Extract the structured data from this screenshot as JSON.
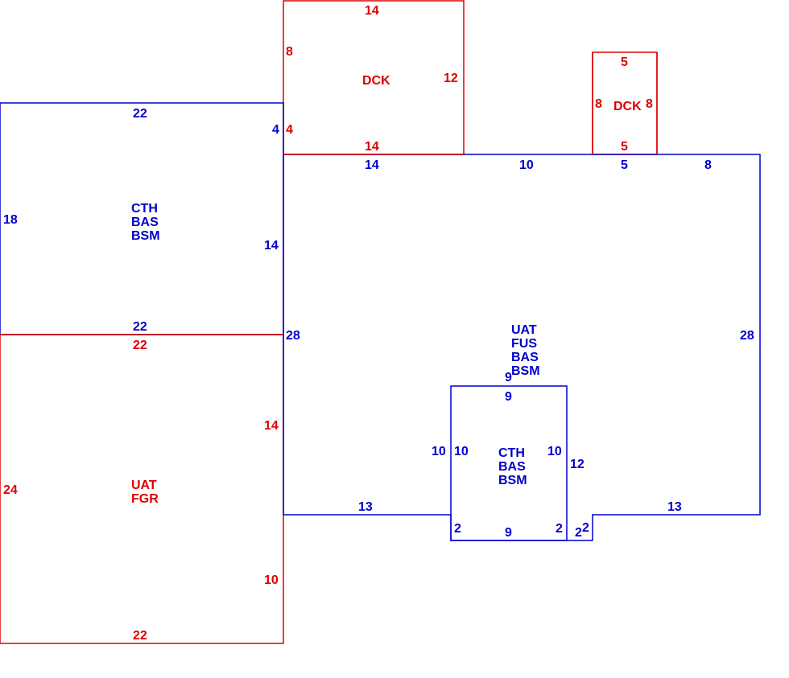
{
  "colors": {
    "blue": "#0000cc",
    "red": "#dd0000"
  },
  "areas": {
    "cth_left": {
      "lines": [
        "CTH",
        "BAS",
        "BSM"
      ],
      "color": "blue"
    },
    "uat_fgr": {
      "lines": [
        "UAT",
        "FGR"
      ],
      "color": "red"
    },
    "uat_main": {
      "lines": [
        "UAT",
        "FUS",
        "BAS",
        "BSM"
      ],
      "color": "blue"
    },
    "cth_inset": {
      "lines": [
        "CTH",
        "BAS",
        "BSM"
      ],
      "color": "blue"
    },
    "dck_main": {
      "lines": [
        "DCK"
      ],
      "color": "red"
    },
    "dck_small": {
      "lines": [
        "DCK"
      ],
      "color": "red"
    }
  },
  "dimensions": {
    "dck_main_top": "14",
    "dck_main_left": "8",
    "dck_main_right": "12",
    "dck_main_bottom": "14",
    "dck_main_left_lower": "4",
    "dck_small_top": "5",
    "dck_small_left": "8",
    "dck_small_right": "8",
    "dck_small_bottom": "5",
    "cth_left_top": "22",
    "cth_left_right_upper": "4",
    "cth_left_left": "18",
    "cth_left_right": "14",
    "cth_left_bottom": "22",
    "main_top_1": "14",
    "main_top_2": "10",
    "main_top_3": "5",
    "main_top_4": "8",
    "main_left": "28",
    "main_right": "28",
    "garage_top": "22",
    "garage_right_upper": "14",
    "garage_left": "24",
    "garage_right_lower": "10",
    "garage_bottom": "22",
    "main_bottom_left": "13",
    "main_bottom_right": "13",
    "inset_top_outer": "9",
    "inset_top_inner": "9",
    "inset_left_outer": "10",
    "inset_left_inner": "10",
    "inset_right_inner": "10",
    "inset_right_outer": "12",
    "inset_bottom": "9",
    "inset_bottom_left": "2",
    "inset_bottom_right": "2",
    "jog_a": "2",
    "jog_b": "2"
  }
}
